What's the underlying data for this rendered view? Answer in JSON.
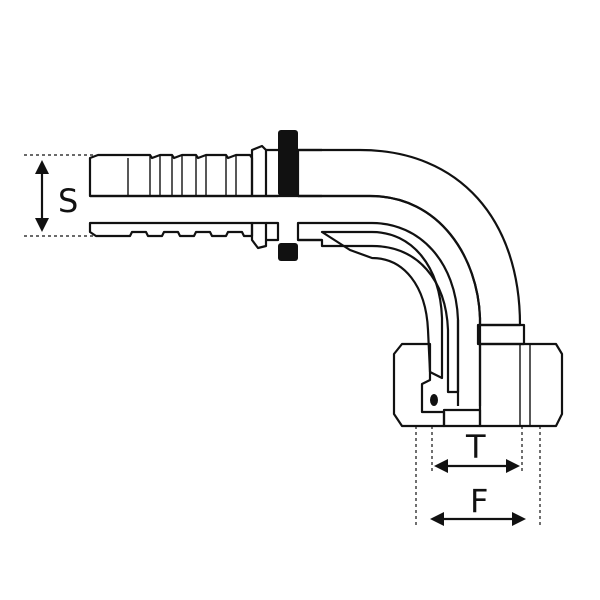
{
  "colors": {
    "outline": "#111111",
    "metal_fill": "#c7c9cc",
    "metal_light": "#e4e5e7",
    "metal_dark": "#9a9da1",
    "hatch": "#111111",
    "background": "#ffffff"
  },
  "dimensions": {
    "s_label": "S",
    "t_label": "T",
    "f_label": "F"
  }
}
